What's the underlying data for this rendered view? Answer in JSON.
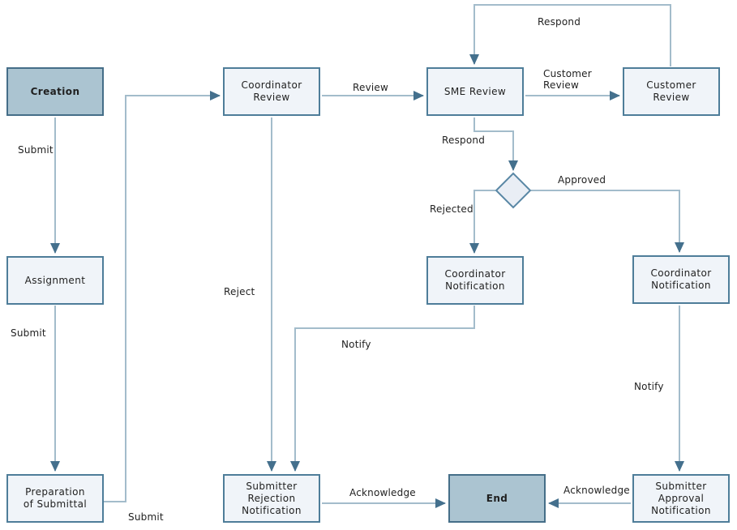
{
  "nodes": {
    "creation": {
      "label": "Creation"
    },
    "coordinator_review": {
      "label": "Coordinator Review"
    },
    "sme_review": {
      "label": "SME Review"
    },
    "customer_review": {
      "label": "Customer Review"
    },
    "assignment": {
      "label": "Assignment"
    },
    "coordinator_notification_rejected": {
      "label": "Coordinator Notification"
    },
    "coordinator_notification_approved": {
      "label": "Coordinator Notification"
    },
    "preparation_of_submittal": {
      "label": "Preparation of Submittal"
    },
    "submitter_rejection_notification": {
      "label": "Submitter Rejection Notification"
    },
    "end": {
      "label": "End"
    },
    "submitter_approval_notification": {
      "label": "Submitter Approval Notification"
    }
  },
  "edge_labels": {
    "respond_top": "Respond",
    "review": "Review",
    "customer_review": "Customer Review",
    "submit_creation": "Submit",
    "respond_sme": "Respond",
    "approved": "Approved",
    "rejected": "Rejected",
    "reject": "Reject",
    "submit_assignment": "Submit",
    "notify_rejected": "Notify",
    "notify_approved": "Notify",
    "submit_preparation": "Submit",
    "acknowledge_rejection": "Acknowledge",
    "acknowledge_approval": "Acknowledge"
  },
  "colors": {
    "process_fill": "#f0f4f9",
    "process_border": "#4e7d99",
    "terminal_fill": "#abc4d1",
    "terminal_border": "#456e88",
    "decision_fill": "#e9eef5",
    "decision_border": "#5987a5",
    "connector": "#a3bccb",
    "arrowhead": "#44708d",
    "text": "#1f1f1f"
  }
}
